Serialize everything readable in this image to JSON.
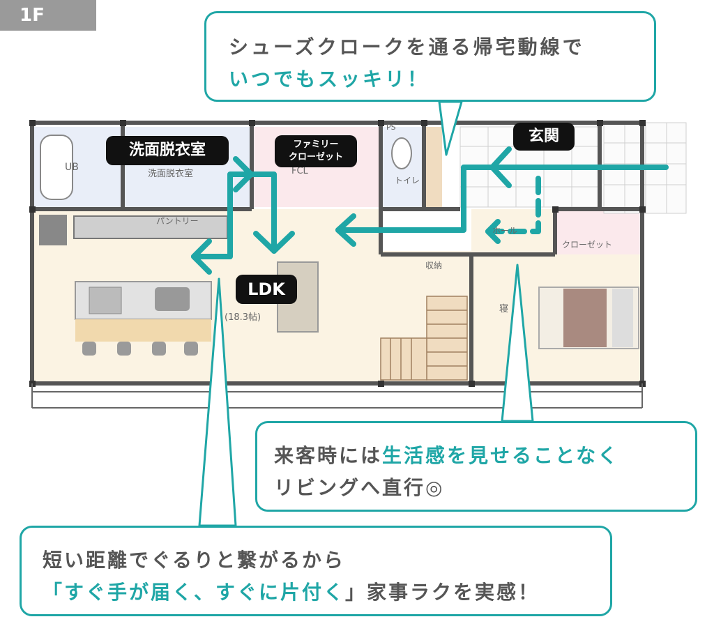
{
  "floor_label": "1F",
  "callouts": {
    "top": {
      "line1": "シューズクロークを通る帰宅動線で",
      "line2": "いつでもスッキリ！"
    },
    "right": {
      "line1_plain": "来客時には",
      "line1_highlight": "生活感を見せることなく",
      "line2": "リビングへ直行◎"
    },
    "bottom": {
      "line1": "短い距離でぐるりと繋がるから",
      "line2_open": "「",
      "line2_highlight": "すぐ手が届く、すぐに片付く",
      "line2_close": "」家事ラクを実感！"
    }
  },
  "room_badges": {
    "washroom": "洗面脱衣室",
    "family_closet_line1": "ファミリー",
    "family_closet_line2": "クローゼット",
    "entrance": "玄関",
    "ldk": "LDK"
  },
  "plan_labels": {
    "ub": "UB",
    "washroom": "洗面脱衣室",
    "fcl": "FCL",
    "ps": "PS",
    "toilet": "トイレ",
    "pantry": "パントリー",
    "storage": "収納",
    "closet": "クローゼット",
    "ldk_area": "(18.3帖)",
    "bedroom": "寝",
    "hall": "ホール"
  },
  "colors": {
    "accent": "#1fa6a6",
    "text": "#555555",
    "badge": "#111111",
    "tag": "#9a9a9a"
  }
}
